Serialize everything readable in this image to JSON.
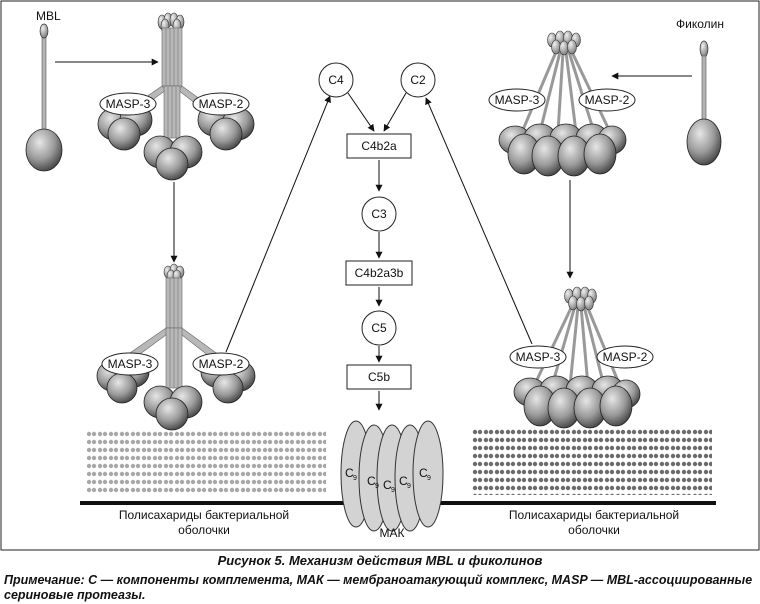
{
  "labels": {
    "mbl": "MBL",
    "ficolin": "Фиколин",
    "masp3": "MASP-3",
    "masp2": "MASP-2",
    "c4": "C4",
    "c2": "C2",
    "c4b2a": "C4b2a",
    "c3": "C3",
    "c4b2a3b": "C4b2a3b",
    "c5": "C5",
    "c5b": "C5b",
    "c9_main": "C",
    "c9_sub": "9",
    "mak": "МАК",
    "polysaccharide_line1": "Полисахариды бактериальной",
    "polysaccharide_line2": "оболочки"
  },
  "caption": "Рисунок 5. Механизм действия MBL и фиколинов",
  "note": "Примечание: С — компоненты комплемента, МАК — мембраноатакующий комплекс, MASP — MBL-ассоциированные сериновые протеазы.",
  "colors": {
    "sphere_light": "#e2e2e2",
    "sphere_mid": "#9a9a9a",
    "sphere_dark": "#3c3c3c",
    "stalk": "#b4b4b4",
    "mak": "#d3d3d3",
    "dots_left": "#a8a8a8",
    "dots_right": "#6c6c6c"
  }
}
